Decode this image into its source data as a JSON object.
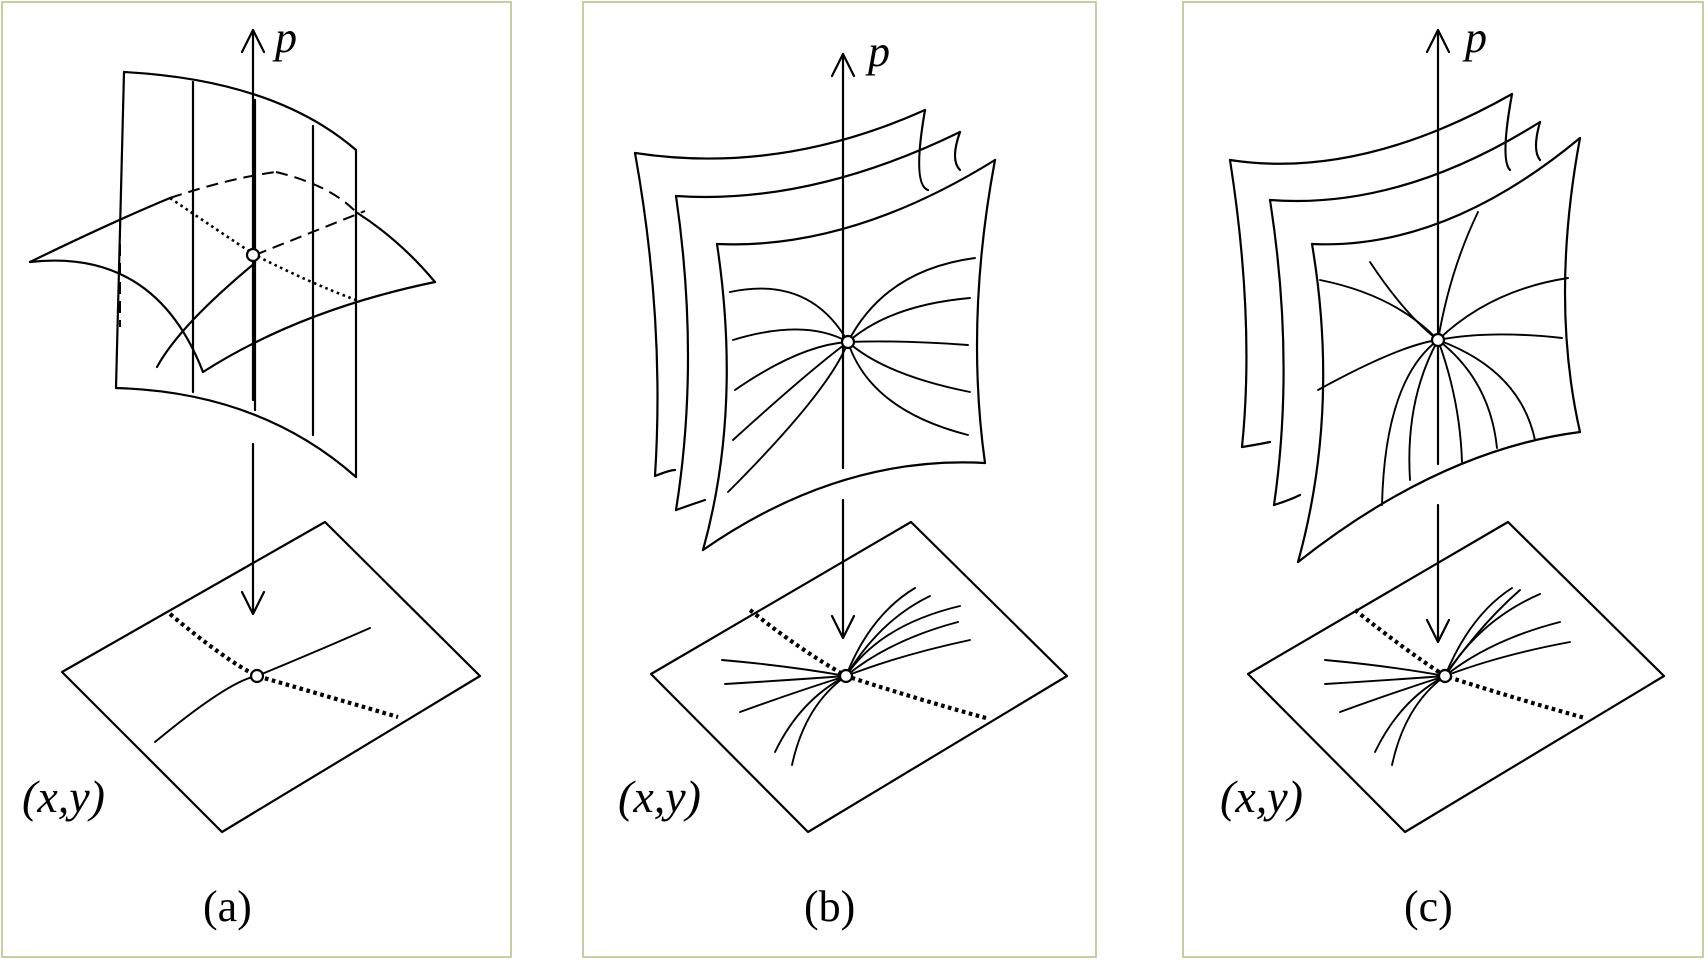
{
  "panels": [
    {
      "id": "a",
      "axis_label": "p",
      "plane_label": "(x,y)",
      "caption": "(a)"
    },
    {
      "id": "b",
      "axis_label": "p",
      "plane_label": "(x,y)",
      "caption": "(b)"
    },
    {
      "id": "c",
      "axis_label": "p",
      "plane_label": "(x,y)",
      "caption": "(c)"
    }
  ],
  "colors": {
    "frame": "#b5c48c",
    "ink": "#000000",
    "background": "#ffffff"
  }
}
